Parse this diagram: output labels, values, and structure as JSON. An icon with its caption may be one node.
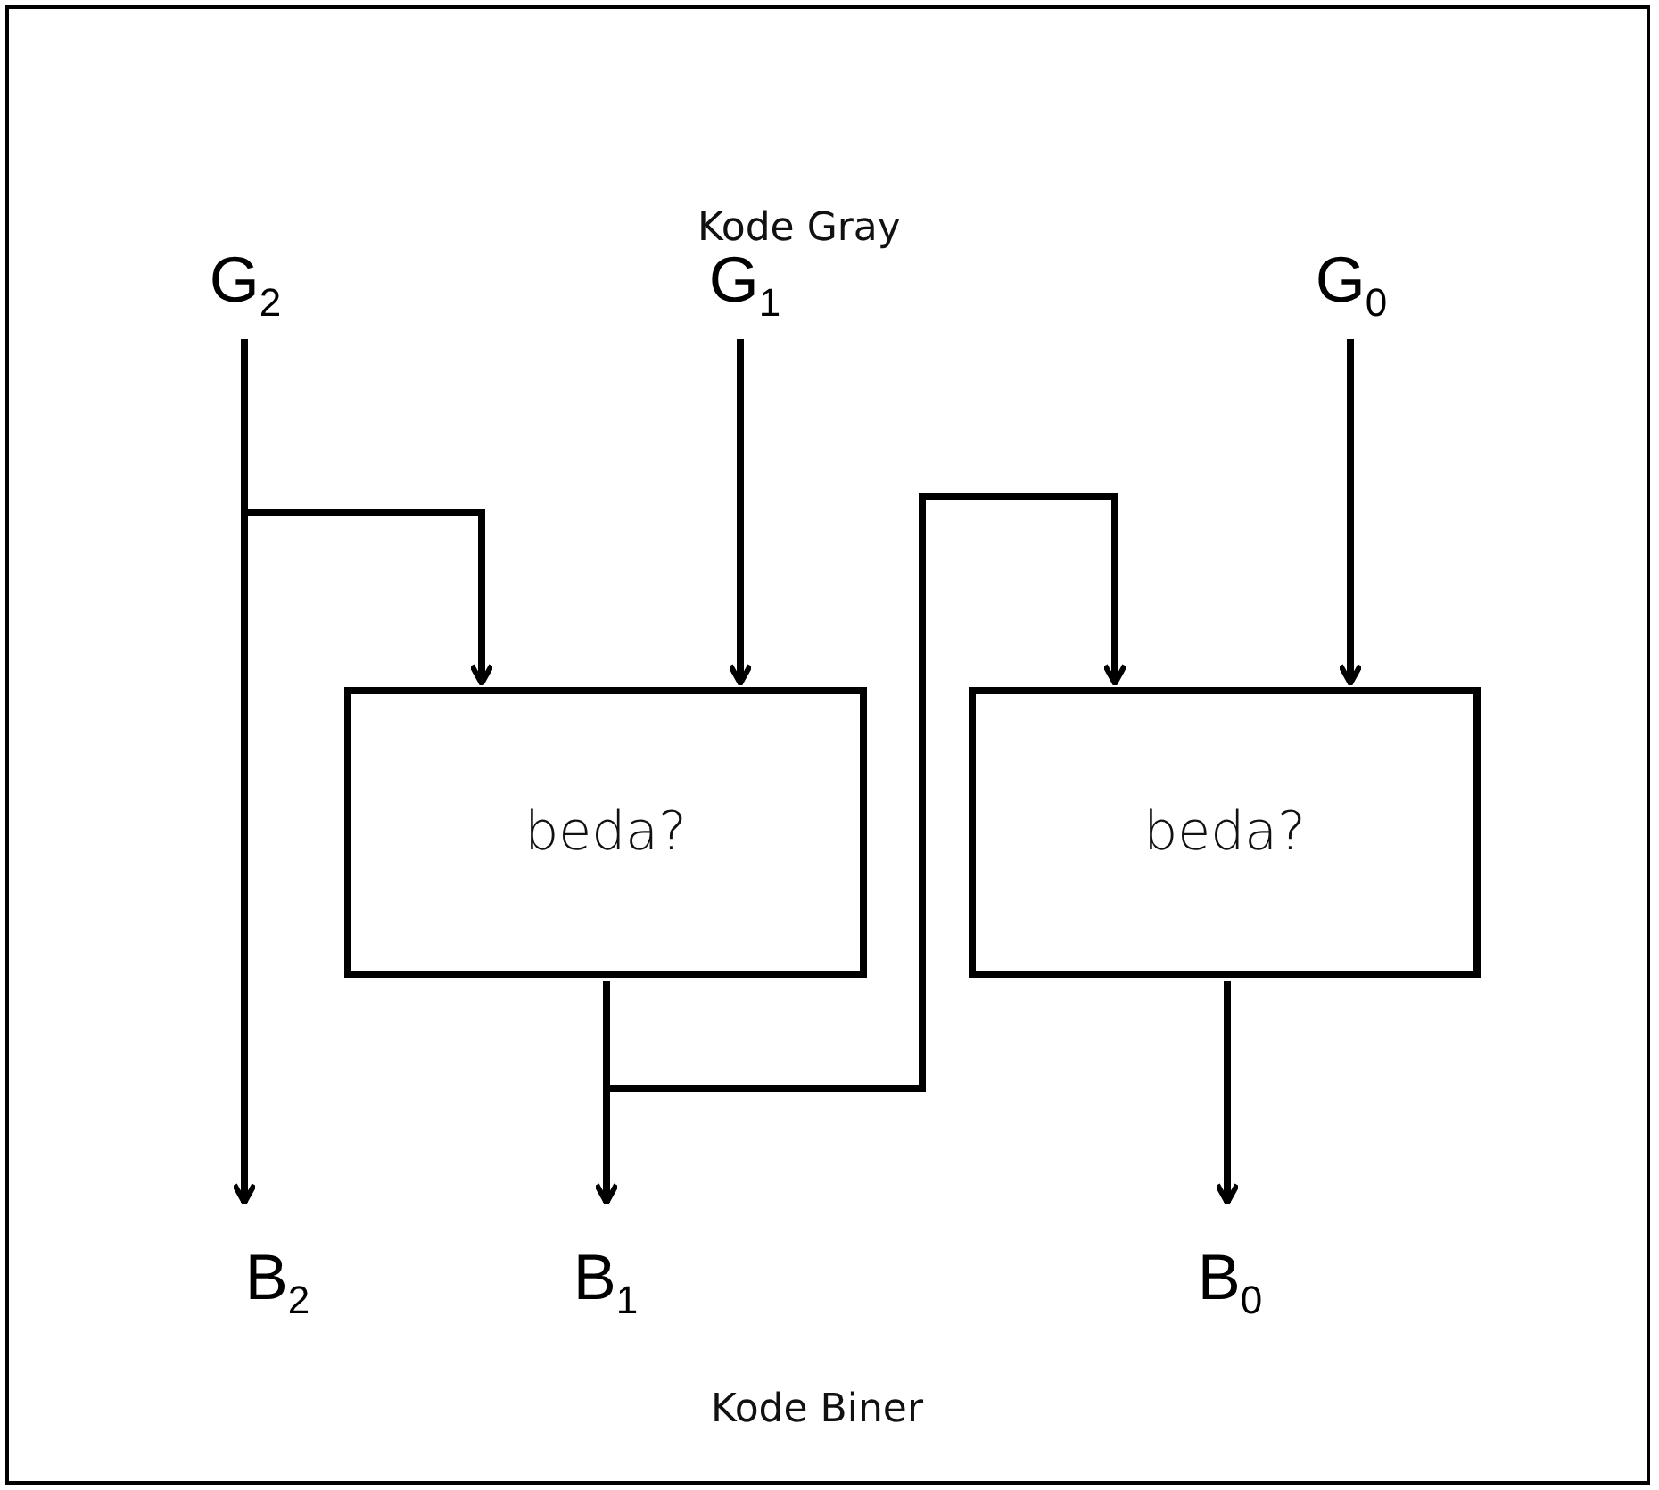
{
  "diagram": {
    "nodes": [
      {
        "text": [
          "G$_{2}$"
        ]
      },
      {
        "text": [
          "G$_{1}$"
        ]
      },
      {
        "text": [
          "G$_{0}$"
        ]
      },
      {
        "text": [
          "beda?"
        ]
      },
      {
        "text": [
          "beda?"
        ]
      },
      {
        "text": [
          "B$_{2}$"
        ]
      },
      {
        "text": [
          "B$_{1}$"
        ]
      },
      {
        "text": [
          "B$_{0}$"
        ]
      }
    ],
    "edges": [
      {
        "from": 0,
        "to": 5,
        "arrow": "to"
      },
      {
        "from": 0,
        "to": 3,
        "arrow": "to"
      },
      {
        "from": 1,
        "to": 3,
        "arrow": "to"
      },
      {
        "from": 2,
        "to": 4,
        "arrow": "to"
      },
      {
        "from": 3,
        "to": 6,
        "arrow": "to"
      },
      {
        "from": 3,
        "to": 4,
        "arrow": "to"
      },
      {
        "from": 4,
        "to": 7,
        "arrow": "to"
      }
    ],
    "labels": [
      "Kode Gray",
      "Kode Biner"
    ]
  }
}
